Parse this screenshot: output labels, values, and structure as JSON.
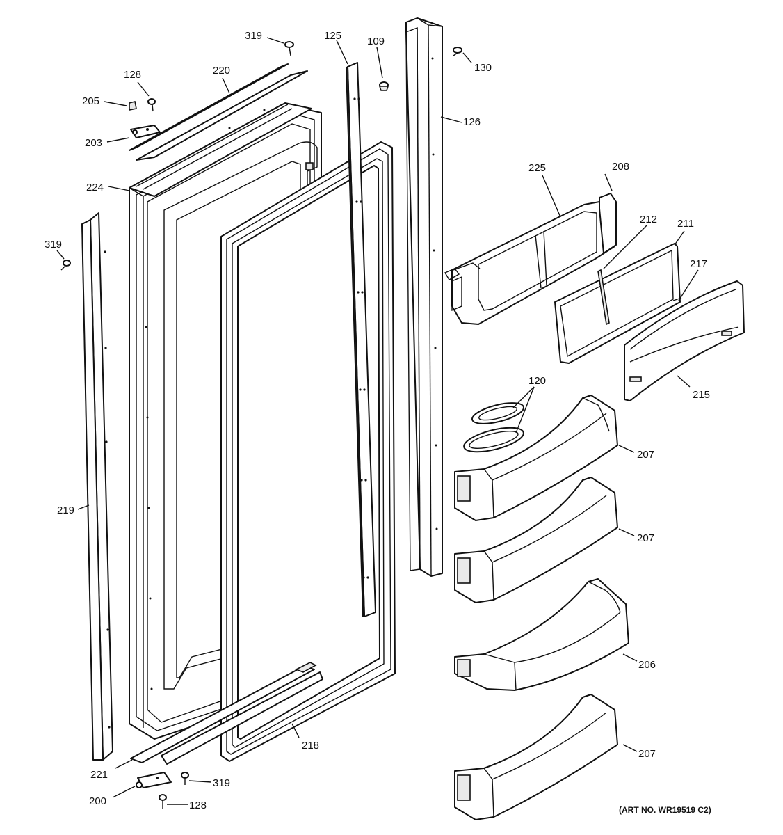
{
  "diagram": {
    "art_number": "(ART NO. WR19519 C2)",
    "callouts": {
      "c319_top": "319",
      "c125": "125",
      "c109": "109",
      "c130": "130",
      "c128_top": "128",
      "c220": "220",
      "c205": "205",
      "c203": "203",
      "c126": "126",
      "c225": "225",
      "c208": "208",
      "c224": "224",
      "c212": "212",
      "c211": "211",
      "c217": "217",
      "c319_left": "319",
      "c120": "120",
      "c215": "215",
      "c207_a": "207",
      "c219": "219",
      "c207_b": "207",
      "c206": "206",
      "c207_c": "207",
      "c218": "218",
      "c221": "221",
      "c319_bottom": "319",
      "c200": "200",
      "c128_bottom": "128"
    },
    "icons": [
      "screw-icon",
      "hinge-icon",
      "door-shelf-bin-icon"
    ]
  }
}
